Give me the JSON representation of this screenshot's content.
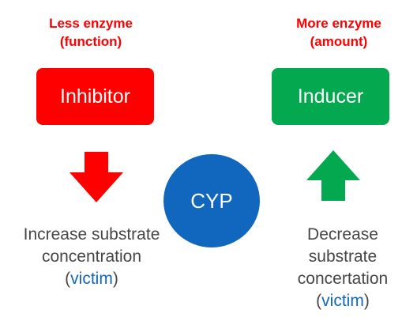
{
  "colors": {
    "inhibitor": "#fe0000",
    "inducer": "#04a84e",
    "cyp": "#1167be",
    "red_text": "#fe0000",
    "gray_text": "#464646",
    "victim": "#1167be"
  },
  "left": {
    "caption_line1": "Less enzyme",
    "caption_line2": "(function)",
    "box_label": "Inhibitor",
    "arrow_icon": "arrow-down-icon",
    "effect_line1": "Increase substrate",
    "effect_line2": "concentration",
    "effect_paren_open": "(",
    "effect_victim": "victim",
    "effect_paren_close": ")"
  },
  "right": {
    "caption_line1": "More enzyme",
    "caption_line2": "(amount)",
    "box_label": "Inducer",
    "arrow_icon": "arrow-up-icon",
    "effect_line1": "Decrease",
    "effect_line2": "substrate",
    "effect_line3": "concertation",
    "effect_paren_open": "(",
    "effect_victim": "victim",
    "effect_paren_close": ")"
  },
  "center": {
    "label": "CYP"
  }
}
